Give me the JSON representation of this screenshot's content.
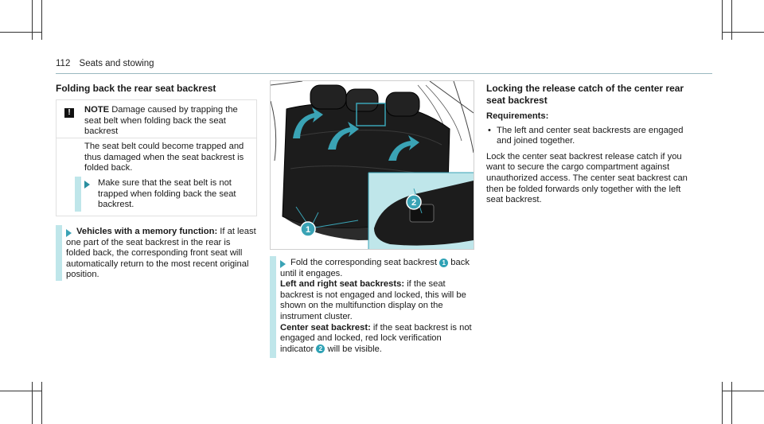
{
  "header": {
    "page_number": "112",
    "section": "Seats and stowing"
  },
  "left": {
    "title": "Folding back the rear seat backrest",
    "note": {
      "label": "NOTE",
      "warning_symbol": "!",
      "head_text": "Damage caused by trapping the seat belt when folding back the seat backrest",
      "body_text": "The seat belt could become trapped and thus damaged when the seat backrest is folded back.",
      "instruction": "Make sure that the seat belt is not trapped when folding back the seat backrest."
    },
    "step": {
      "bold": "Vehicles with a memory function:",
      "text": "If at least one part of the seat backrest in the rear is folded back, the corresponding front seat will automatically return to the most recent original position."
    }
  },
  "middle": {
    "figure_callouts": [
      "1",
      "2"
    ],
    "step_intro_a": "Fold the corresponding seat backrest",
    "step_intro_badge": "1",
    "step_intro_b": "back until it engages.",
    "lr_bold": "Left and right seat backrests:",
    "lr_text": "if the seat backrest is not engaged and locked, this will be shown on the multifunction display on the instrument cluster.",
    "center_bold": "Center seat backrest:",
    "center_text_a": "if the seat backrest is not engaged and locked, red lock verification indicator",
    "center_badge": "2",
    "center_text_b": "will be visible."
  },
  "right": {
    "title": "Locking the release catch of the center rear seat backrest",
    "requirements_label": "Requirements:",
    "requirements": [
      "The left and center seat backrests are engaged and joined together."
    ],
    "body": "Lock the center seat backrest release catch if you want to secure the cargo compartment against unauthorized access. The center seat backrest can then be folded forwards only together with the left seat backrest."
  },
  "colors": {
    "accent": "#3aa3b5",
    "highlight": "#bfe6ea"
  }
}
